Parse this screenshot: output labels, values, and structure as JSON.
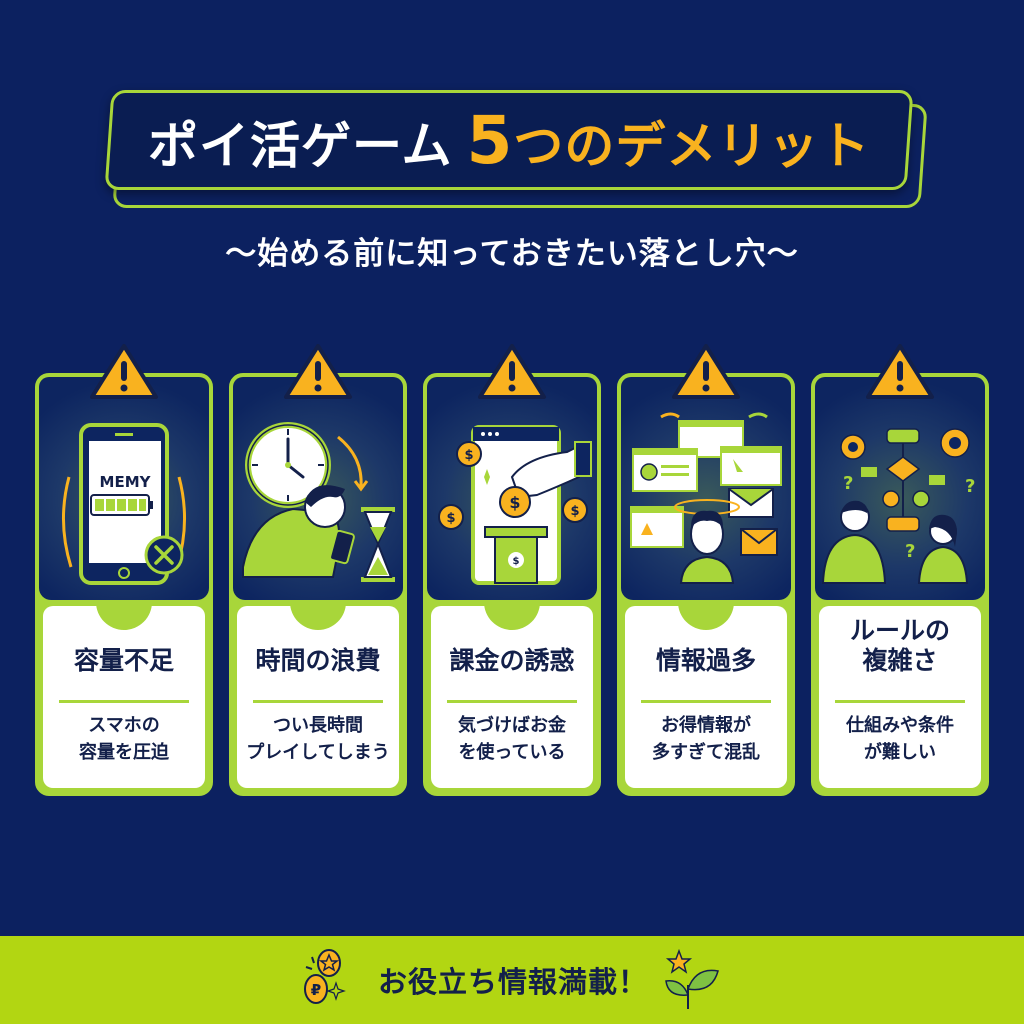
{
  "header": {
    "title_part1": "ポイ活ゲーム",
    "title_number": "5",
    "title_part2": "つのデメリット",
    "subtitle": "〜始める前に知っておきたい落とし穴〜"
  },
  "colors": {
    "background": "#0c2160",
    "accent_green": "#a8d63a",
    "accent_orange": "#f9b21f",
    "text_dark": "#13204a",
    "footer_bg": "#b2d612"
  },
  "cards": [
    {
      "icon": "phone-storage-full-icon",
      "illustration_label": "MEMY",
      "title": "容量不足",
      "desc_line1": "スマホの",
      "desc_line2": "容量を圧迫"
    },
    {
      "icon": "clock-hourglass-person-icon",
      "title": "時間の浪費",
      "desc_line1": "つい長時間",
      "desc_line2": "プレイしてしまう"
    },
    {
      "icon": "coin-payment-icon",
      "title": "課金の誘惑",
      "desc_line1": "気づけばお金",
      "desc_line2": "を使っている"
    },
    {
      "icon": "information-overload-icon",
      "title": "情報過多",
      "desc_line1": "お得情報が",
      "desc_line2": "多すぎて混乱"
    },
    {
      "icon": "complex-rules-flowchart-icon",
      "title_line1": "ルールの",
      "title_line2": "複雑さ",
      "desc_line1": "仕組みや条件",
      "desc_line2": "が難しい"
    }
  ],
  "footer": {
    "text": "お役立ち情報満載！",
    "left_icon": "coins-icon",
    "right_icon": "sprout-icon"
  }
}
